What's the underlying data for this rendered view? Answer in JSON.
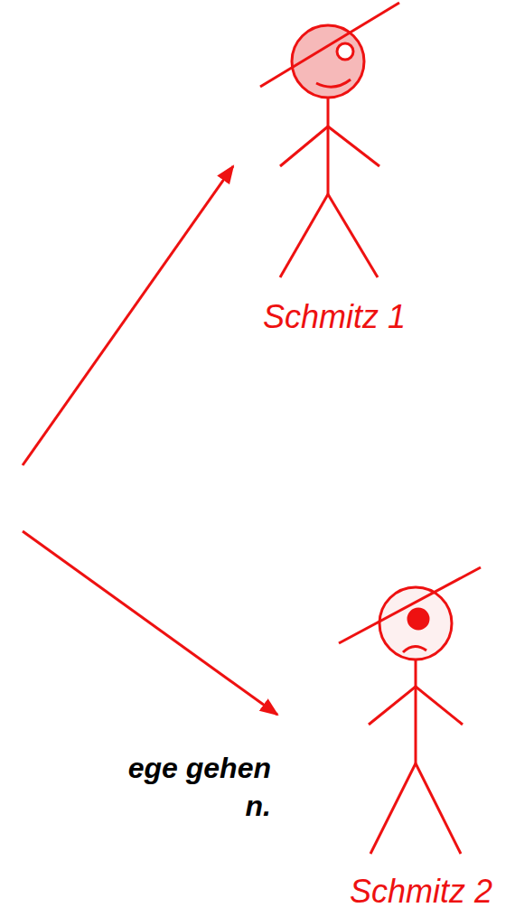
{
  "diagram": {
    "nodes": [
      {
        "text": [
          "Schmitz 1"
        ]
      },
      {
        "text": [
          "Schmitz 2"
        ]
      }
    ],
    "labels": [
      "ege gehen",
      "n."
    ]
  }
}
